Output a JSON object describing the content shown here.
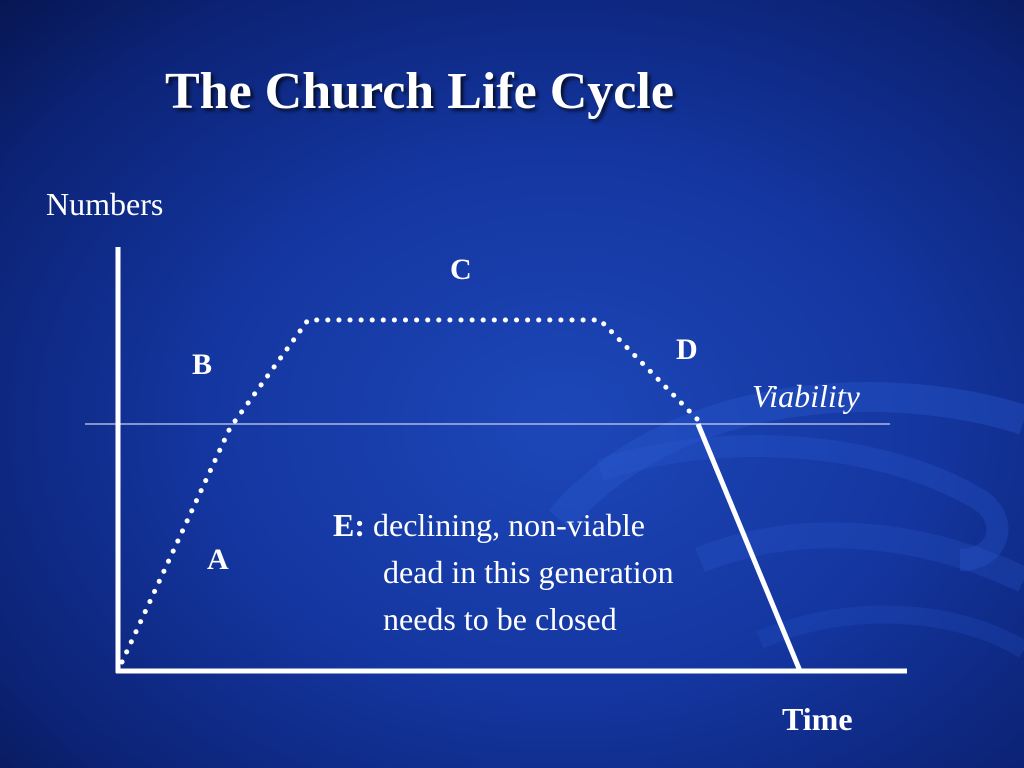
{
  "slide": {
    "title": "The Church Life Cycle",
    "background_color": "#1436a0",
    "text_color": "#ffffff"
  },
  "diagram": {
    "axis_y_label": "Numbers",
    "axis_x_label": "Time",
    "threshold_label": "Viability",
    "stages": {
      "a": "A",
      "b": "B",
      "c": "C",
      "d": "D"
    },
    "note": {
      "key": "E:",
      "line1": "declining, non-viable",
      "line2": "dead in this generation",
      "line3": "needs to be closed"
    }
  }
}
